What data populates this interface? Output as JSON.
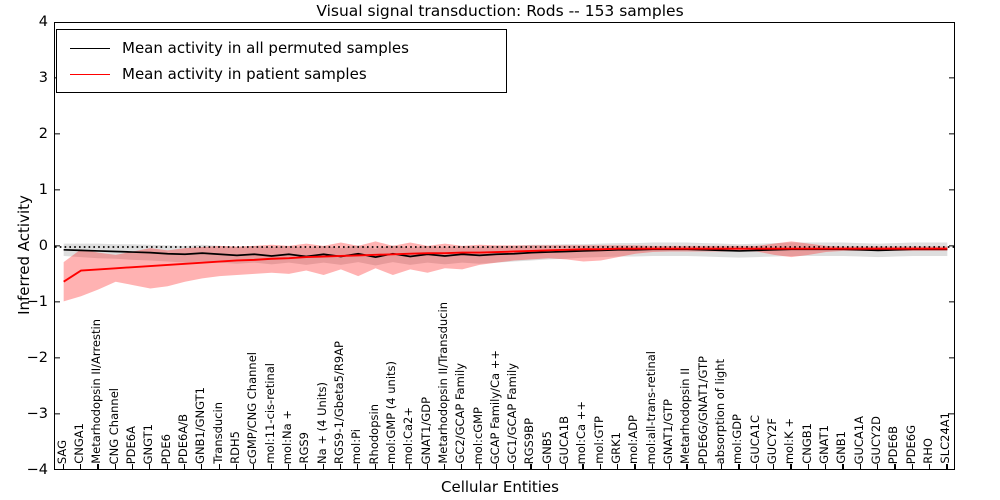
{
  "chart_data": {
    "type": "line",
    "title": "Visual signal transduction: Rods -- 153 samples",
    "xlabel": "Cellular Entities",
    "ylabel": "Inferred Activity",
    "ylim": [
      -4,
      4
    ],
    "yticks": [
      -4,
      -3,
      -2,
      -1,
      0,
      1,
      2,
      3,
      4
    ],
    "grid": false,
    "legend_position": "upper left",
    "legend": [
      {
        "name": "Mean activity in all permuted samples",
        "color": "#000000"
      },
      {
        "name": "Mean activity in patient samples",
        "color": "#ff0000"
      }
    ],
    "categories": [
      "SAG",
      "CNGA1",
      "Metarhodopsin II/Arrestin",
      "CNG Channel",
      "PDE6A",
      "GNGT1",
      "PDE6",
      "PDE6A/B",
      "GNB1/GNGT1",
      "Transducin",
      "RDH5",
      "cGMP/CNG Channel",
      "mol:11-cis-retinal",
      "mol:Na +",
      "RGS9",
      "Na + (4 Units)",
      "RGS9-1/Gbeta5/R9AP",
      "mol:Pi",
      "Rhodopsin",
      "mol:GMP (4 units)",
      "mol:Ca2+",
      "GNAT1/GDP",
      "Metarhodopsin II/Transducin",
      "GC2/GCAP Family",
      "mol:cGMP",
      "GCAP Family/Ca ++",
      "GC1/GCAP Family",
      "RGS9BP",
      "GNB5",
      "GUCA1B",
      "mol:Ca ++",
      "mol:GTP",
      "GRK1",
      "mol:ADP",
      "mol:all-trans-retinal",
      "GNAT1/GTP",
      "Metarhodopsin II",
      "PDE6G/GNAT1/GTP",
      "absorption of light",
      "mol:GDP",
      "GUCA1C",
      "GUCY2F",
      "mol:K +",
      "CNGB1",
      "GNAT1",
      "GNB1",
      "GUCA1A",
      "GUCY2D",
      "PDE6B",
      "PDE6G",
      "RHO",
      "SLC24A1"
    ],
    "series": [
      {
        "name": "Mean activity in all permuted samples",
        "color": "#000000",
        "values": [
          -0.05,
          -0.06,
          -0.07,
          -0.08,
          -0.09,
          -0.1,
          -0.12,
          -0.13,
          -0.11,
          -0.13,
          -0.15,
          -0.13,
          -0.16,
          -0.13,
          -0.17,
          -0.13,
          -0.17,
          -0.12,
          -0.18,
          -0.12,
          -0.17,
          -0.13,
          -0.16,
          -0.13,
          -0.15,
          -0.13,
          -0.12,
          -0.1,
          -0.09,
          -0.08,
          -0.07,
          -0.06,
          -0.05,
          -0.05,
          -0.04,
          -0.04,
          -0.04,
          -0.05,
          -0.06,
          -0.07,
          -0.06,
          -0.05,
          -0.04,
          -0.04,
          -0.04,
          -0.04,
          -0.05,
          -0.06,
          -0.05,
          -0.04,
          -0.04,
          -0.04
        ],
        "band_lower": [
          -0.16,
          -0.18,
          -0.2,
          -0.21,
          -0.23,
          -0.24,
          -0.26,
          -0.28,
          -0.26,
          -0.28,
          -0.3,
          -0.28,
          -0.31,
          -0.28,
          -0.32,
          -0.28,
          -0.32,
          -0.27,
          -0.33,
          -0.27,
          -0.32,
          -0.28,
          -0.31,
          -0.28,
          -0.3,
          -0.28,
          -0.26,
          -0.24,
          -0.22,
          -0.21,
          -0.19,
          -0.18,
          -0.17,
          -0.17,
          -0.16,
          -0.16,
          -0.16,
          -0.17,
          -0.18,
          -0.19,
          -0.18,
          -0.17,
          -0.16,
          -0.16,
          -0.16,
          -0.16,
          -0.17,
          -0.18,
          -0.17,
          -0.16,
          -0.16,
          -0.16
        ],
        "band_upper": [
          0.06,
          0.06,
          0.06,
          0.05,
          0.05,
          0.04,
          0.03,
          0.02,
          0.04,
          0.02,
          0.0,
          0.02,
          -0.01,
          0.02,
          -0.02,
          0.02,
          -0.02,
          0.03,
          -0.03,
          0.03,
          -0.02,
          0.02,
          -0.01,
          0.02,
          0.0,
          0.02,
          0.02,
          0.04,
          0.04,
          0.05,
          0.05,
          0.06,
          0.07,
          0.07,
          0.08,
          0.08,
          0.08,
          0.07,
          0.06,
          0.05,
          0.06,
          0.07,
          0.08,
          0.08,
          0.08,
          0.08,
          0.07,
          0.06,
          0.07,
          0.08,
          0.08,
          0.08
        ]
      },
      {
        "name": "Mean activity in patient samples",
        "color": "#ff0000",
        "values": [
          -0.62,
          -0.42,
          -0.4,
          -0.38,
          -0.36,
          -0.34,
          -0.32,
          -0.3,
          -0.28,
          -0.26,
          -0.24,
          -0.23,
          -0.21,
          -0.2,
          -0.18,
          -0.17,
          -0.16,
          -0.15,
          -0.14,
          -0.13,
          -0.12,
          -0.11,
          -0.11,
          -0.1,
          -0.1,
          -0.09,
          -0.08,
          -0.07,
          -0.06,
          -0.05,
          -0.04,
          -0.04,
          -0.03,
          -0.03,
          -0.03,
          -0.03,
          -0.03,
          -0.03,
          -0.03,
          -0.03,
          -0.03,
          -0.03,
          -0.03,
          -0.03,
          -0.03,
          -0.03,
          -0.03,
          -0.03,
          -0.03,
          -0.03,
          -0.03,
          -0.03
        ],
        "band_lower": [
          -0.97,
          -0.88,
          -0.76,
          -0.62,
          -0.68,
          -0.74,
          -0.7,
          -0.62,
          -0.56,
          -0.52,
          -0.5,
          -0.48,
          -0.46,
          -0.48,
          -0.42,
          -0.5,
          -0.4,
          -0.52,
          -0.38,
          -0.5,
          -0.4,
          -0.46,
          -0.38,
          -0.4,
          -0.32,
          -0.28,
          -0.24,
          -0.22,
          -0.2,
          -0.22,
          -0.26,
          -0.24,
          -0.18,
          -0.12,
          -0.09,
          -0.08,
          -0.08,
          -0.08,
          -0.08,
          -0.08,
          -0.08,
          -0.14,
          -0.18,
          -0.14,
          -0.09,
          -0.07,
          -0.07,
          -0.07,
          -0.07,
          -0.07,
          -0.07,
          -0.07
        ],
        "band_upper": [
          -0.27,
          -0.04,
          -0.1,
          -0.14,
          -0.08,
          -0.02,
          -0.06,
          -0.02,
          0.0,
          0.02,
          0.01,
          0.02,
          0.04,
          0.02,
          0.06,
          0.02,
          0.08,
          0.02,
          0.1,
          0.02,
          0.08,
          0.02,
          0.06,
          0.02,
          0.04,
          0.03,
          0.03,
          0.03,
          0.03,
          0.03,
          0.03,
          0.03,
          0.03,
          0.03,
          0.02,
          0.02,
          0.02,
          0.02,
          0.02,
          0.02,
          0.02,
          0.06,
          0.1,
          0.06,
          0.02,
          0.01,
          0.01,
          0.01,
          0.01,
          0.01,
          0.01,
          0.01
        ]
      }
    ],
    "reference_line": {
      "y": 0,
      "style": "dotted",
      "color": "#000000"
    }
  }
}
